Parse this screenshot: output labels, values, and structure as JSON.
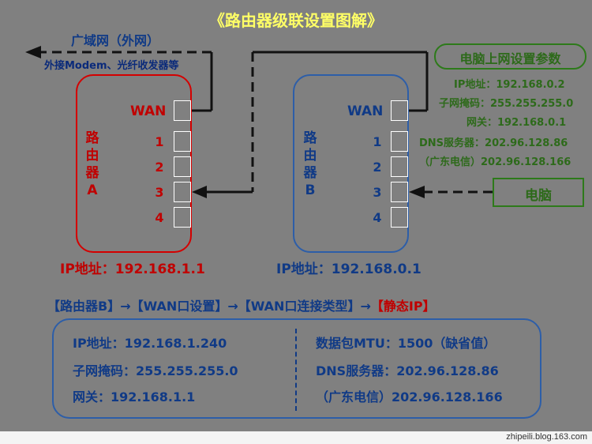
{
  "title": "《路由器级联设置图解》",
  "wan_area": {
    "label": "广域网（外网）",
    "note": "外接Modem、光纤收发器等"
  },
  "router_a": {
    "wan_label": "WAN",
    "name_lines": [
      "路",
      "由",
      "器",
      "A"
    ],
    "ports": [
      "1",
      "2",
      "3",
      "4"
    ],
    "ip": "IP地址：192.168.1.1"
  },
  "router_b": {
    "wan_label": "WAN",
    "name_lines": [
      "路",
      "由",
      "器",
      "B"
    ],
    "ports": [
      "1",
      "2",
      "3",
      "4"
    ],
    "ip": "IP地址：192.168.0.1"
  },
  "pc_settings": {
    "title": "电脑上网设置参数",
    "lines": [
      "IP地址：192.168.0.2",
      "子网掩码：255.255.255.0",
      "网关：192.168.0.1",
      "DNS服务器：202.96.128.86",
      "（广东电信）202.96.128.166"
    ]
  },
  "pc_label": "电脑",
  "path": {
    "steps": [
      "【路由器B】",
      "【WAN口设置】",
      "【WAN口连接类型】",
      "【静态IP】"
    ],
    "arrow": "→"
  },
  "settings_panel": {
    "left": [
      "IP地址：192.168.1.240",
      "子网掩码：255.255.255.0",
      "网关：192.168.1.1"
    ],
    "right": [
      "数据包MTU：1500（缺省值）",
      "DNS服务器：202.96.128.86",
      "（广东电信）202.96.128.166"
    ]
  },
  "watermark": "zhipeili.blog.163.com",
  "colors": {
    "background": "#808080",
    "title": "#ffff66",
    "router_a": "#d40000",
    "router_b": "#2d5ea8",
    "green": "#2d7a1a",
    "highlight_red": "#c00000"
  }
}
